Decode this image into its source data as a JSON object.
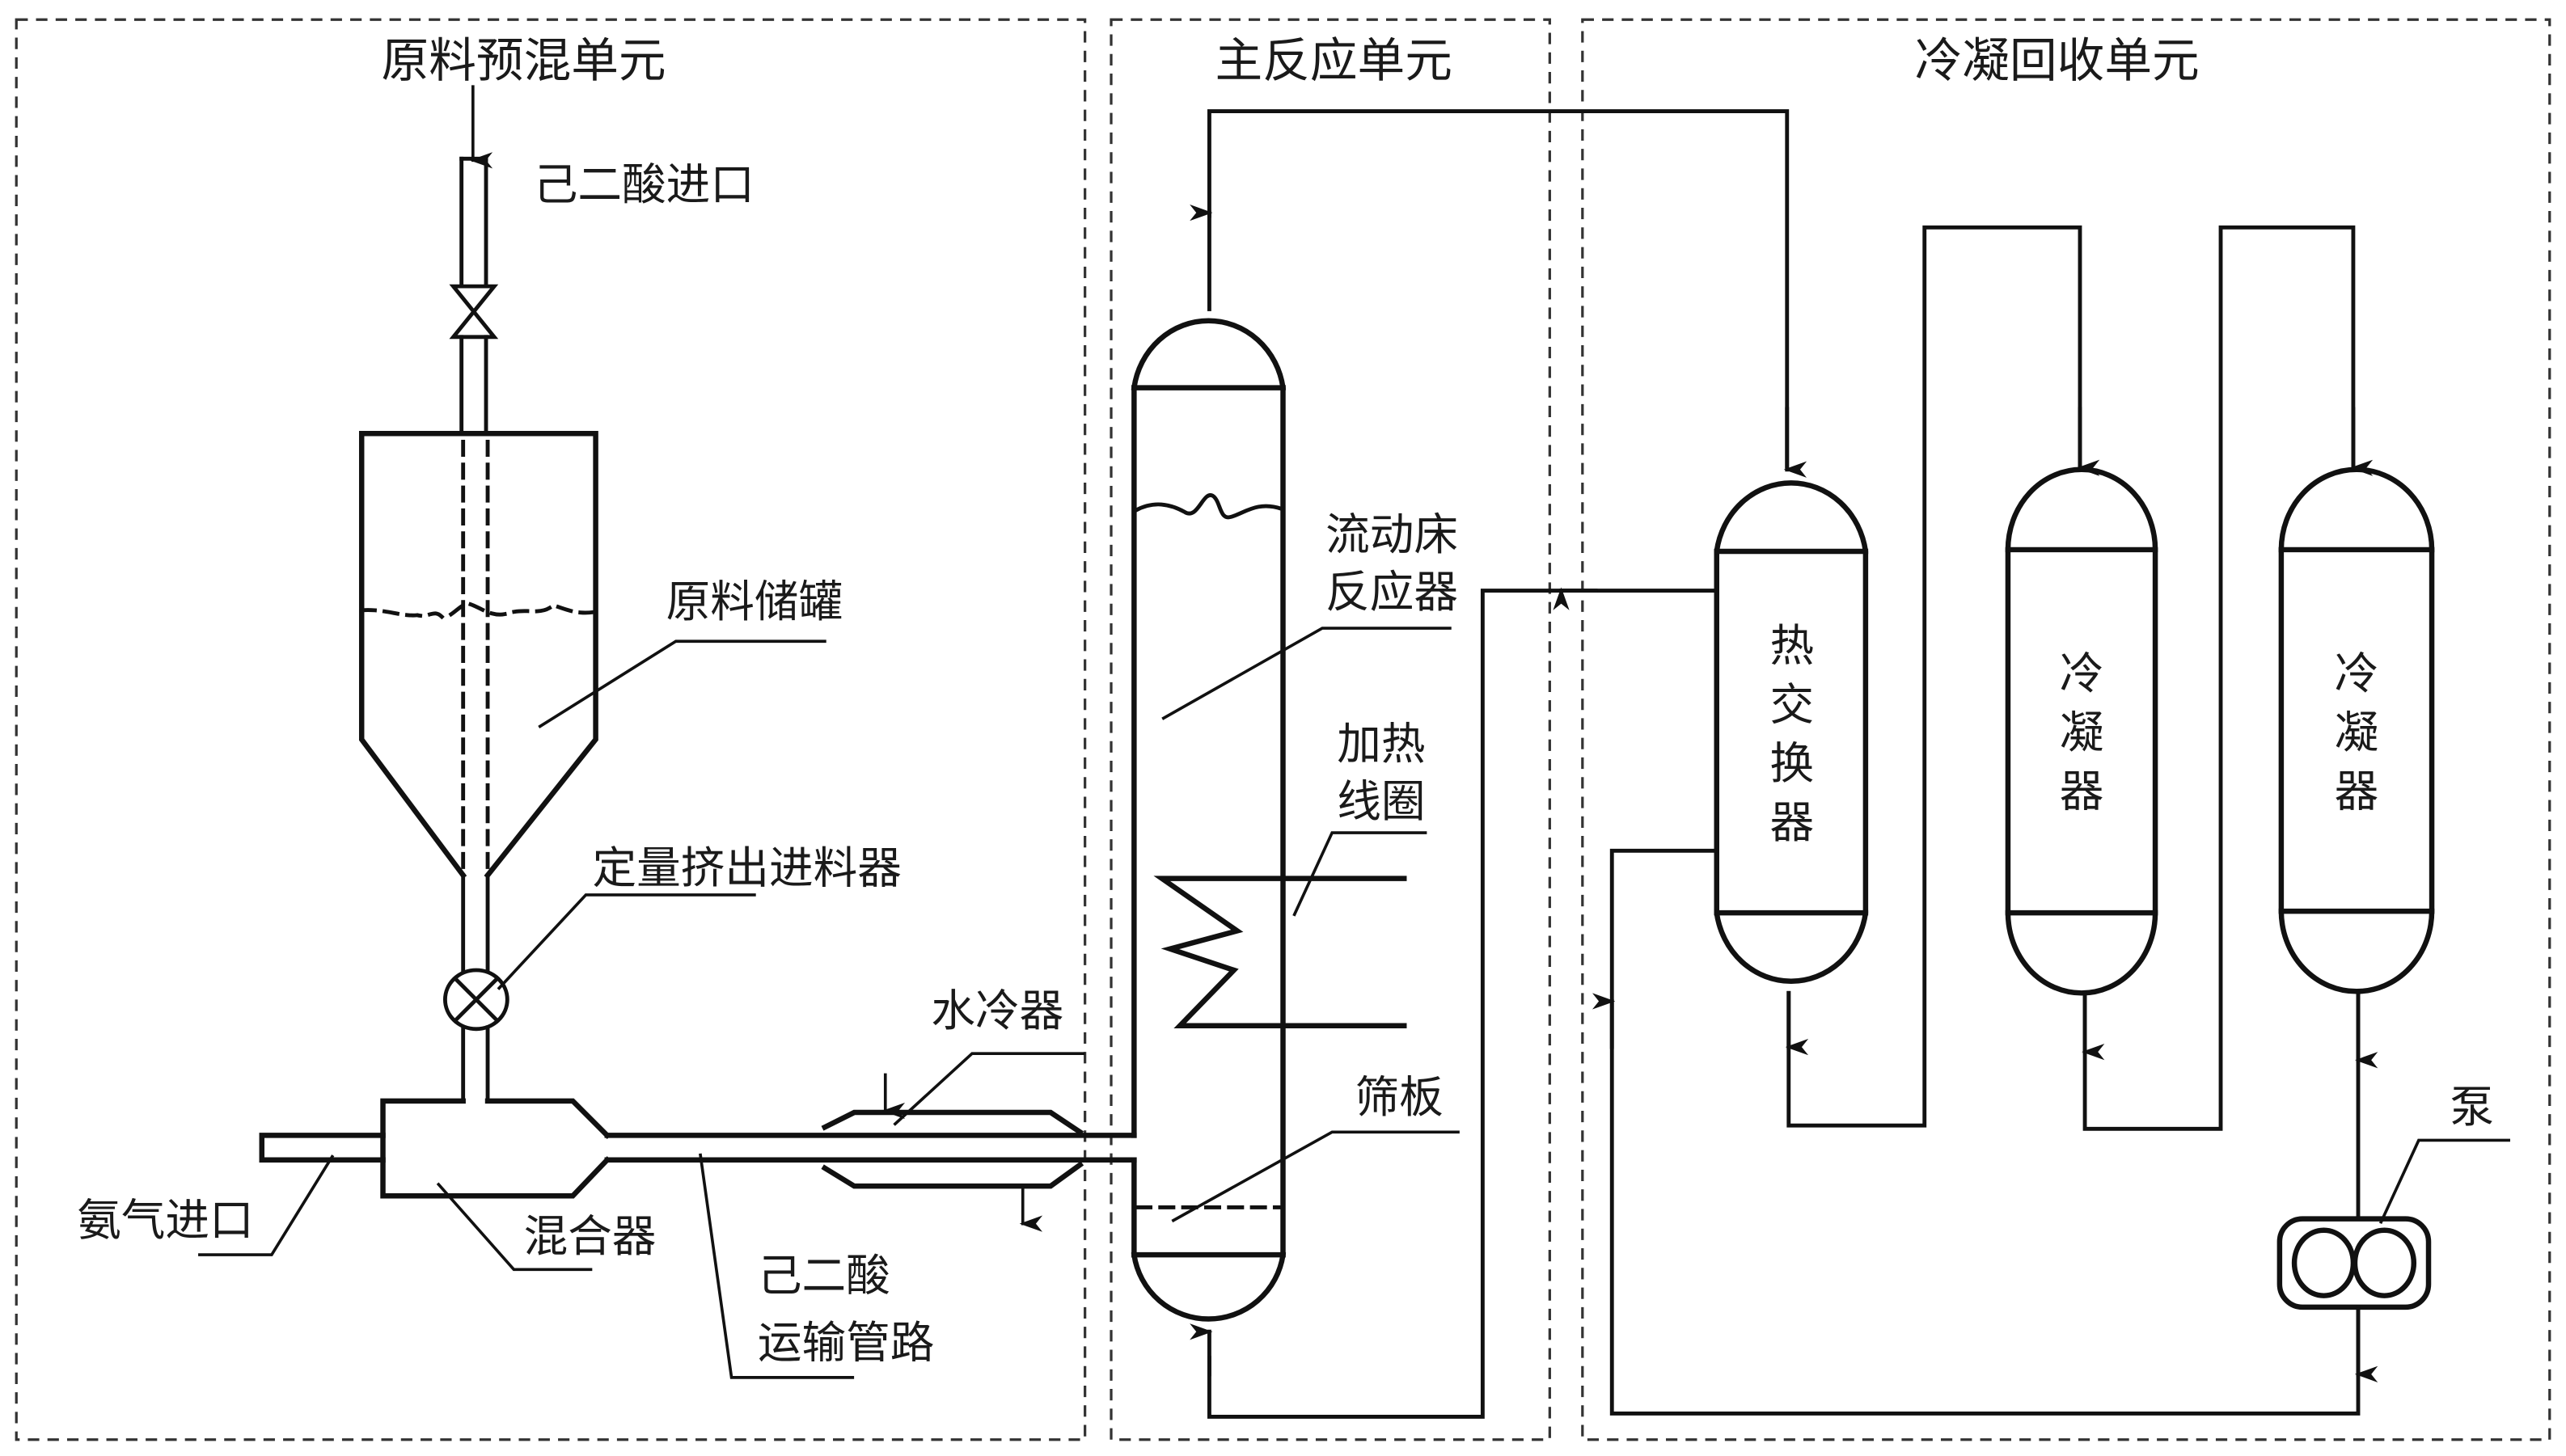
{
  "diagram": {
    "units": {
      "premix": {
        "title": "原料预混单元"
      },
      "reaction": {
        "title": "主反应单元"
      },
      "recovery": {
        "title": "冷凝回收单元"
      }
    },
    "labels": {
      "adipic_inlet": "己二酸进口",
      "storage_tank": "原料储罐",
      "metering_feeder": "定量挤出进料器",
      "water_cooler": "水冷器",
      "ammonia_inlet": "氨气进口",
      "mixer": "混合器",
      "transport_line_1": "己二酸",
      "transport_line_2": "运输管路",
      "reactor_1": "流动床",
      "reactor_2": "反应器",
      "heating_coil_1": "加热",
      "heating_coil_2": "线圈",
      "sieve_plate": "筛板",
      "pump": "泵"
    },
    "vessels": {
      "heat_exchanger": [
        "热",
        "交",
        "换",
        "器"
      ],
      "condenser_1": [
        "冷",
        "凝",
        "器"
      ],
      "condenser_2": [
        "冷",
        "凝",
        "器"
      ]
    }
  }
}
